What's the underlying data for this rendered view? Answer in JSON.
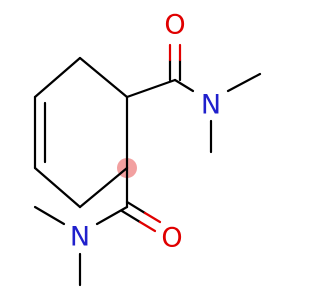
{
  "molecule": {
    "atoms": {
      "o_top": {
        "label": "O",
        "color": "#e00000"
      },
      "n_top": {
        "label": "N",
        "color": "#2020cc"
      },
      "o_bottom": {
        "label": "O",
        "color": "#e00000"
      },
      "n_bottom": {
        "label": "N",
        "color": "#2020cc"
      }
    }
  }
}
